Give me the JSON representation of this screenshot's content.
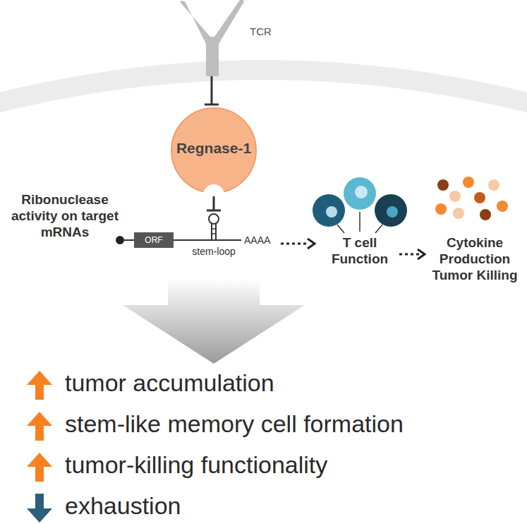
{
  "diagram": {
    "nodes": [
      {
        "text": [
          "TCR"
        ]
      },
      {
        "text": [
          "Regnase-1"
        ]
      },
      {
        "text": [
          "ORF"
        ]
      }
    ],
    "edges": [
      {
        "from": 0,
        "to": 1,
        "arrow": "to"
      }
    ],
    "labels": [
      "Ribonuclease activity on target mRNAs",
      "stem-loop",
      "AAAA",
      "T cell Function",
      "Cytokine Production Tumor Killing",
      "tumor accumulation",
      "stem-like memory cell formation",
      "tumor-killing functionality",
      "exhaustion"
    ]
  }
}
